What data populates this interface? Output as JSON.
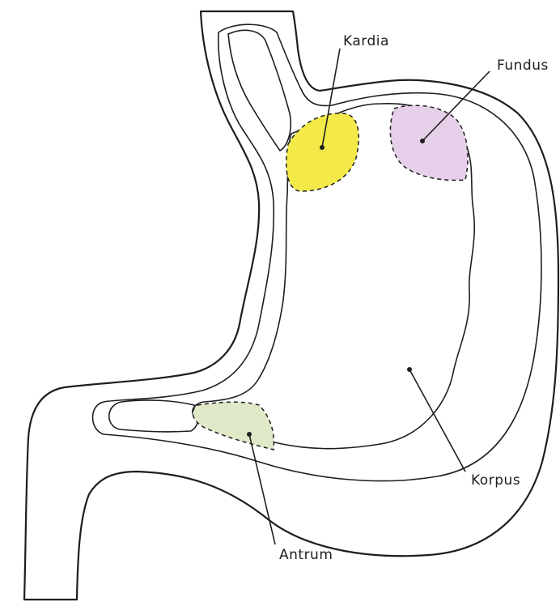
{
  "diagram": {
    "labels": {
      "kardia": "Kardia",
      "fundus": "Fundus",
      "korpus": "Korpus",
      "antrum": "Antrum"
    },
    "colors": {
      "kardia": "#f3ea4a",
      "fundus": "#e2c9e6",
      "korpus": "#f1d8d0",
      "antrum": "#dfe8c7",
      "wall": "#f6efec",
      "outline": "#1e1e1e"
    }
  }
}
